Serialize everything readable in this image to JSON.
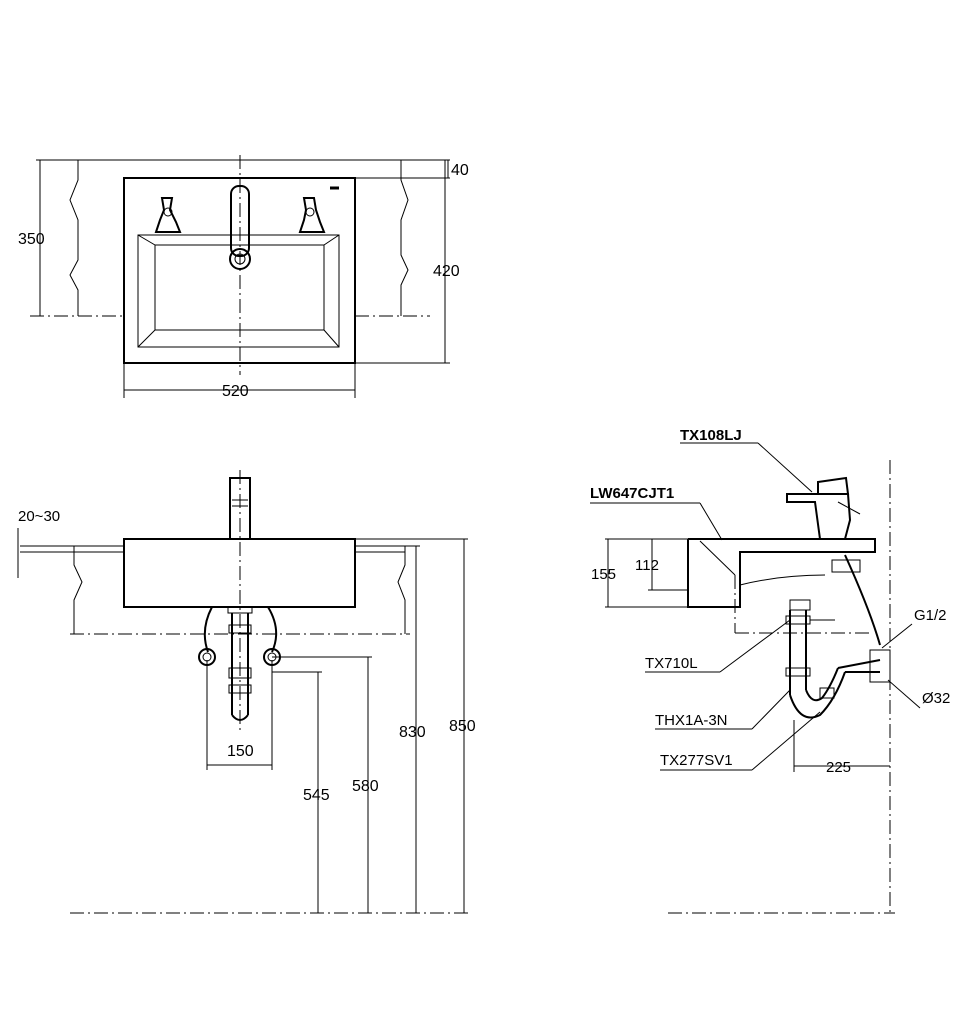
{
  "top_view": {
    "dim_depth_wall": "40",
    "dim_width_350": "350",
    "dim_depth_420": "420",
    "dim_width_520": "520"
  },
  "front_view": {
    "dim_wall_thickness": "20~30",
    "dim_150": "150",
    "dim_545": "545",
    "dim_580": "580",
    "dim_830": "830",
    "dim_850": "850"
  },
  "side_view": {
    "label_faucet": "TX108LJ",
    "label_basin": "LW647CJT1",
    "dim_155": "155",
    "dim_112": "112",
    "label_g12": "G1/2",
    "label_d32": "Ø32",
    "label_tx710l": "TX710L",
    "label_thx": "THX1A-3N",
    "label_tx277": "TX277SV1",
    "dim_225": "225"
  }
}
